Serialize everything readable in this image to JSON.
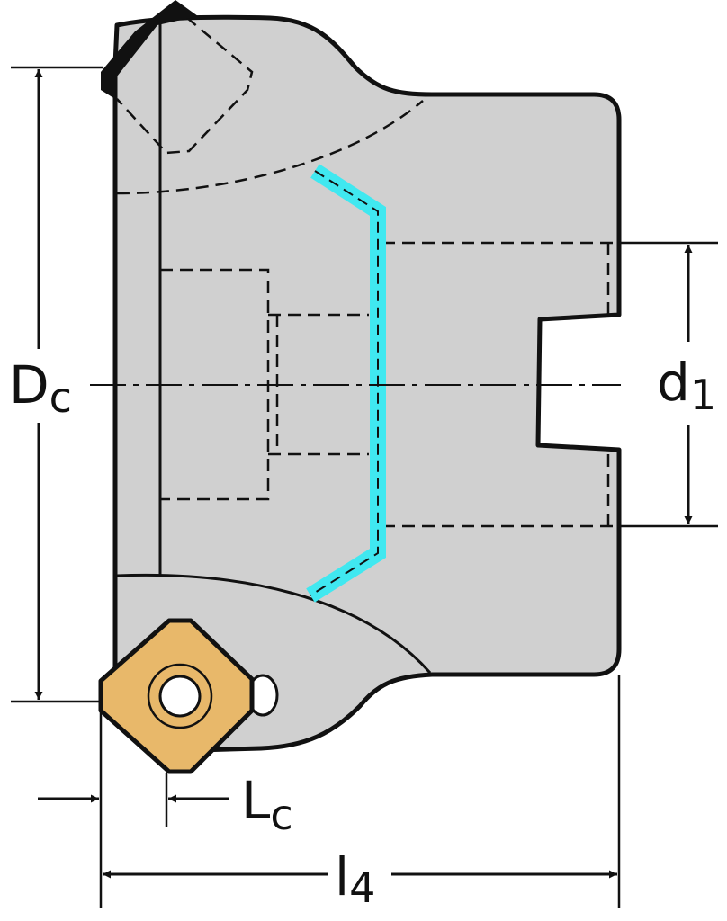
{
  "labels": {
    "dc_main": "D",
    "dc_sub": "c",
    "d1_main": "d",
    "d1_sub": "1",
    "lc_main": "L",
    "lc_sub": "c",
    "l4_main": "l",
    "l4_sub": "4"
  },
  "colors": {
    "body_fill": "#d0d0d0",
    "outline": "#111111",
    "coolant_channel": "#40e8f0",
    "insert_fill": "#e8b86a"
  }
}
